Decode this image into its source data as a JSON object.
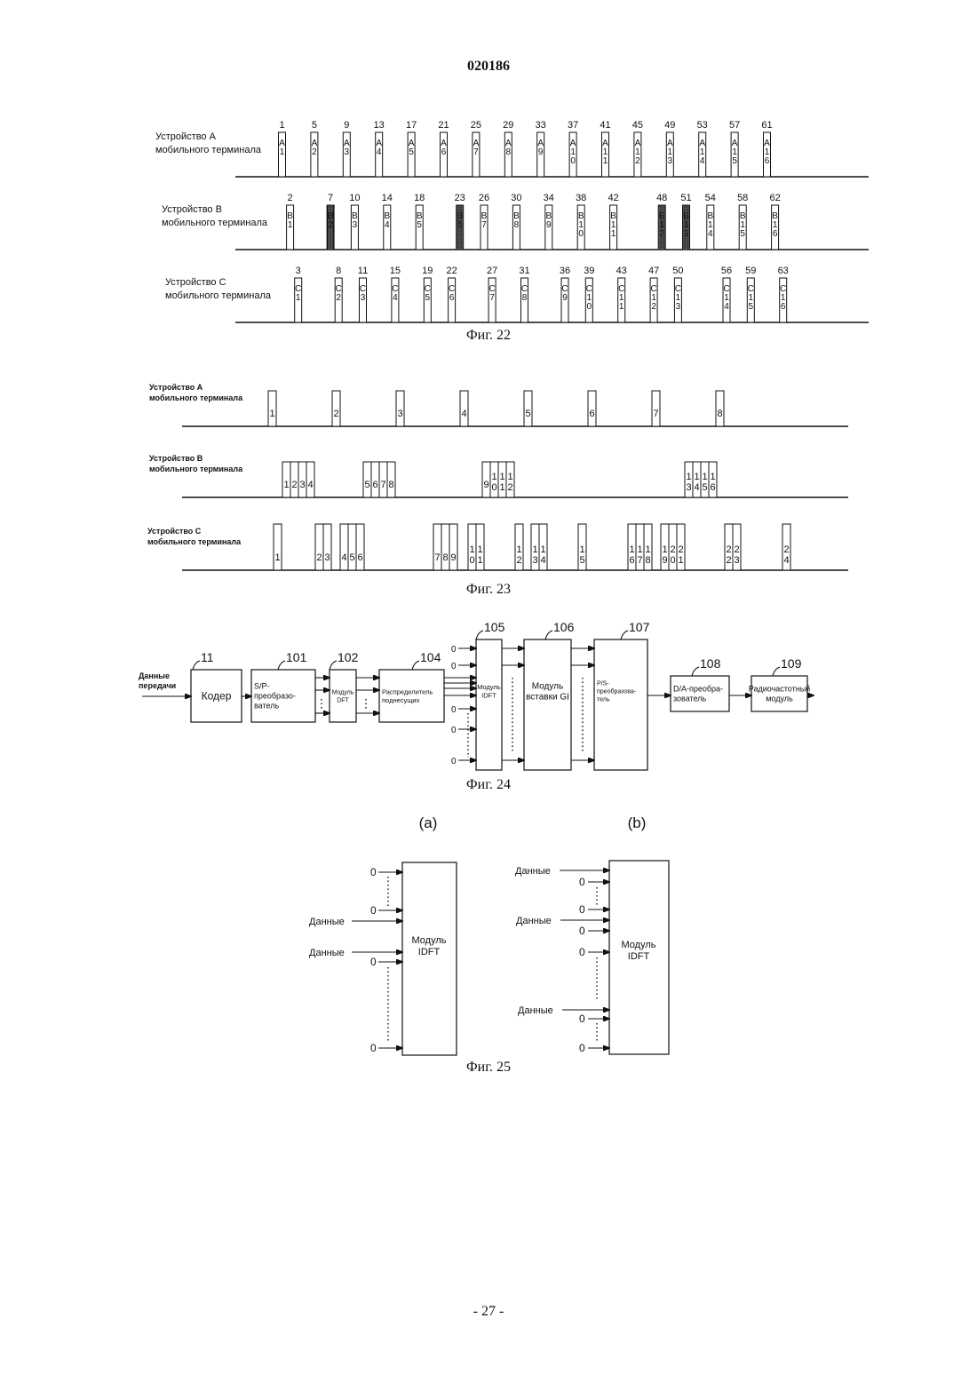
{
  "page": {
    "number": "020186",
    "footer": "- 27 -"
  },
  "fig22": {
    "caption": "Фиг. 22",
    "rows": [
      {
        "label1": "Устройство А",
        "label2": "мобильного терминала",
        "letter": "A",
        "slots": [
          1,
          5,
          9,
          13,
          17,
          21,
          25,
          29,
          33,
          37,
          41,
          45,
          49,
          53,
          57,
          61
        ],
        "shaded": []
      },
      {
        "label1": "Устройство В",
        "label2": "мобильного терминала",
        "letter": "B",
        "slots": [
          2,
          7,
          10,
          14,
          18,
          23,
          26,
          30,
          34,
          38,
          42,
          48,
          51,
          54,
          58,
          62
        ],
        "shaded": [
          2,
          6,
          12,
          13
        ]
      },
      {
        "label1": "Устройство С",
        "label2": "мобильного терминала",
        "letter": "C",
        "slots": [
          3,
          8,
          11,
          15,
          19,
          22,
          27,
          31,
          36,
          39,
          43,
          47,
          50,
          56,
          59,
          63
        ],
        "shaded": []
      }
    ]
  },
  "fig23": {
    "caption": "Фиг. 23",
    "rows": [
      {
        "label1": "Устройство А",
        "label2": "мобильного терминала",
        "groups": [
          [
            "1"
          ],
          [
            "2"
          ],
          [
            "3"
          ],
          [
            "4"
          ],
          [
            "5"
          ],
          [
            "6"
          ],
          [
            "7"
          ],
          [
            "8"
          ]
        ]
      },
      {
        "label1": "Устройство В",
        "label2": "мобильного терминала",
        "groups": [
          [
            "1",
            "2",
            "3",
            "4"
          ],
          [
            "5",
            "6",
            "7",
            "8"
          ],
          [
            "9",
            "10",
            "11",
            "12"
          ],
          [
            "13",
            "14",
            "15",
            "16"
          ]
        ]
      },
      {
        "label1": "Устройство С",
        "label2": "мобильного терминала",
        "groups": [
          [
            "1"
          ],
          [
            "2",
            "3"
          ],
          [
            "4",
            "5",
            "6"
          ],
          [
            "7",
            "8",
            "9"
          ],
          [
            "10",
            "11"
          ],
          [
            "12"
          ],
          [
            "13",
            "14"
          ],
          [
            "15"
          ],
          [
            "16",
            "17",
            "18"
          ],
          [
            "19",
            "20",
            "21"
          ],
          [
            "22",
            "23"
          ],
          [
            "24"
          ]
        ]
      }
    ]
  },
  "fig24": {
    "caption": "Фиг. 24",
    "input_label_1": "Данные",
    "input_label_2": "передачи",
    "zero": "0",
    "blocks": [
      {
        "ref": "11",
        "lines": [
          "Кодер"
        ]
      },
      {
        "ref": "101",
        "lines": [
          "S/P-",
          "преобразо-",
          "ватель"
        ]
      },
      {
        "ref": "102",
        "lines": [
          "Модуль",
          "DFT"
        ]
      },
      {
        "ref": "104",
        "lines": [
          "Распределитель",
          "поднесущих"
        ]
      },
      {
        "ref": "105",
        "lines": [
          "Модуль",
          "IDFT"
        ]
      },
      {
        "ref": "106",
        "lines": [
          "Модуль",
          "вставки GI"
        ]
      },
      {
        "ref": "107",
        "lines": [
          "P/S-",
          "преобразова-",
          "тель"
        ]
      },
      {
        "ref": "108",
        "lines": [
          "D/A-преобра-",
          "зователь"
        ]
      },
      {
        "ref": "109",
        "lines": [
          "Радиочастотный",
          "модуль"
        ]
      }
    ]
  },
  "fig25": {
    "caption": "Фиг. 25",
    "label_a": "(a)",
    "label_b": "(b)",
    "data_label": "Данные",
    "zero": "0",
    "block_line1": "Модуль",
    "block_line2": "IDFT"
  }
}
